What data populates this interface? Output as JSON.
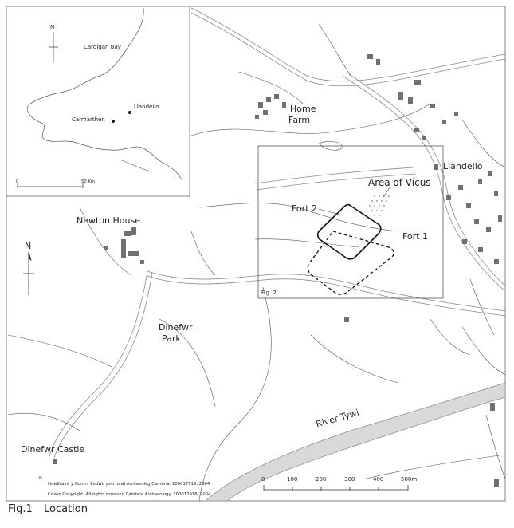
{
  "colors": {
    "line": "#555555",
    "road": "#8a8a8a",
    "river_fill": "#d9d9d9",
    "building": "#707070",
    "fort": "#111111"
  },
  "inset": {
    "sea_label": "Cardigan Bay",
    "towns": [
      "Llandeilo",
      "Carmarthen"
    ],
    "north_label": "N",
    "scale_start": "0",
    "scale_end": "50 Km"
  },
  "labels": {
    "home_farm_1": "Home",
    "home_farm_2": "Farm",
    "llandeilo": "Llandeilo",
    "area_of_vicus": "Area of Vicus",
    "fort2": "Fort 2",
    "fort1": "Fort 1",
    "newton_house": "Newton House",
    "north": "N",
    "fig2": "Fig. 2",
    "dinefwr_park_1": "Dinefwr",
    "dinefwr_park_2": "Park",
    "river": "River Tywi",
    "dinefwr_castle": "Dinefwr Castle"
  },
  "scale": {
    "ticks": [
      "0",
      "100",
      "200",
      "300",
      "400",
      "500m"
    ]
  },
  "copyright": {
    "c_symbol": "©",
    "welsh": "Hawlfraint y Goron. Cedwir pob hawl Archaeoleg Cambria. 100017916, 2004",
    "english": "Crown Copyright. All rights reserved Cambria Archaeology. 100017916, 2004"
  },
  "caption": {
    "figure": "Fig.1",
    "title": "Location"
  }
}
